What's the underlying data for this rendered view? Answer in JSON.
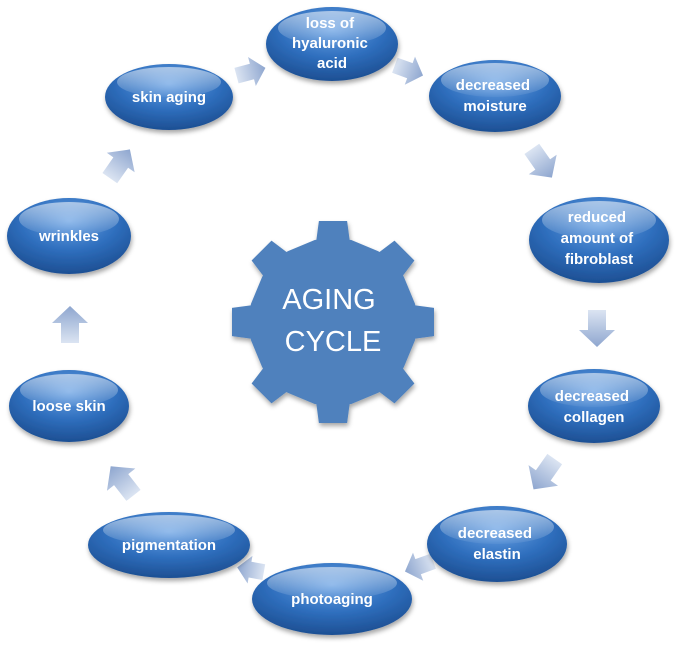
{
  "center": {
    "lines": [
      "AGING",
      "CYCLE"
    ]
  },
  "nodes": [
    {
      "id": "loss-of-hyaluronic-acid",
      "lines": [
        "loss of",
        "hyaluronic",
        "acid"
      ]
    },
    {
      "id": "decreased-moisture",
      "lines": [
        "decreased",
        "moisture"
      ]
    },
    {
      "id": "reduced-amount-of-fibroblast",
      "lines": [
        "reduced",
        "amount of",
        "fibroblast"
      ]
    },
    {
      "id": "decreased-collagen",
      "lines": [
        "decreased",
        "collagen"
      ]
    },
    {
      "id": "decreased-elastin",
      "lines": [
        "decreased",
        "elastin"
      ]
    },
    {
      "id": "photoaging",
      "lines": [
        "photoaging"
      ]
    },
    {
      "id": "pigmentation",
      "lines": [
        "pigmentation"
      ]
    },
    {
      "id": "loose-skin",
      "lines": [
        "loose skin"
      ]
    },
    {
      "id": "wrinkles",
      "lines": [
        "wrinkles"
      ]
    },
    {
      "id": "skin-aging",
      "lines": [
        "skin aging"
      ]
    }
  ],
  "colors": {
    "node_fill": "#2f6fbe",
    "node_light": "#5e97dc",
    "node_dark": "#1d4f93",
    "gear_fill": "#4f81bd",
    "arrow_light": "#c9d6ea",
    "arrow_dark": "#8ea6cf"
  }
}
